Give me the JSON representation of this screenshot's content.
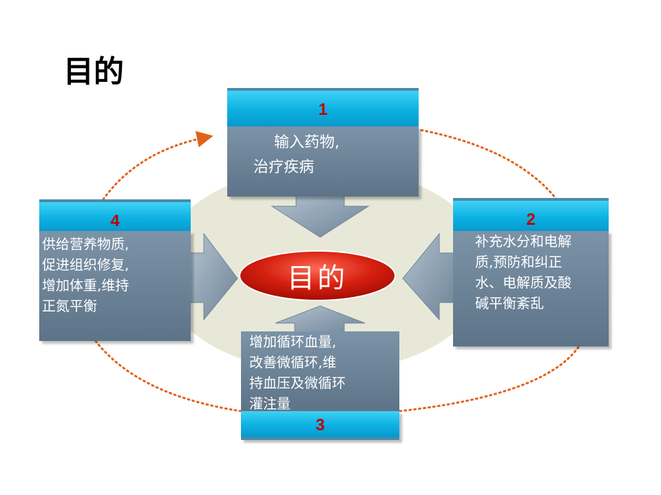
{
  "title": "目的",
  "center": {
    "label": "目的"
  },
  "steps": [
    {
      "number": "1",
      "lines": [
        "输入药物,",
        "治疗疾病"
      ]
    },
    {
      "number": "2",
      "lines": [
        "补充水分和电解",
        "质,预防和纠正",
        "水、电解质及酸",
        "碱平衡紊乱"
      ]
    },
    {
      "number": "3",
      "lines": [
        "增加循环血量,",
        "改善微循环,维",
        "持血压及微循环",
        "灌注量"
      ]
    },
    {
      "number": "4",
      "lines": [
        "供给营养物质,",
        "促进组织修复,",
        "增加体重,维持",
        "正氮平衡"
      ]
    }
  ],
  "colors": {
    "header": "#0bb0e2",
    "body": "#6b8196",
    "number": "#c00000",
    "center": "#c0140a",
    "ellipse": "#e8e8d8",
    "dotted": "#e0631a"
  }
}
